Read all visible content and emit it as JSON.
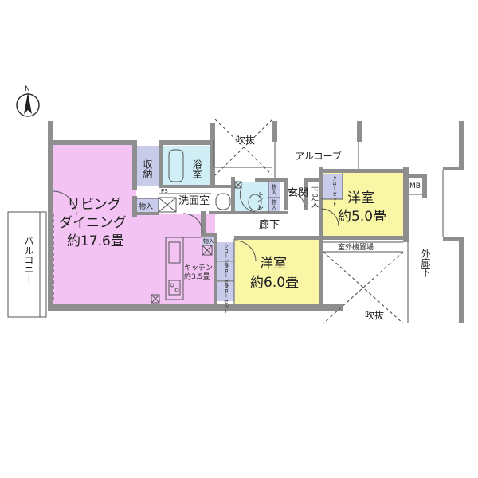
{
  "compass": {
    "letter": "N"
  },
  "rooms": {
    "living": {
      "line1": "リビング",
      "line2": "ダイニング",
      "line3": "約17.6畳",
      "color": "#f3c4f3"
    },
    "storage": {
      "label": "収納",
      "color": "#c9cbea"
    },
    "bath": {
      "label": "浴室",
      "color": "#cfeef6"
    },
    "washroom": {
      "label": "洗面室"
    },
    "toilet": {
      "label": "トイレ",
      "color": "#cfeef6"
    },
    "entrance": {
      "label": "玄関"
    },
    "geta": {
      "label": "下足入"
    },
    "hallway": {
      "label": "廊下"
    },
    "kitchen": {
      "line1": "キッチン",
      "line2": "約3.5畳"
    },
    "western1": {
      "line1": "洋室",
      "line2": "約5.0畳",
      "color": "#f9f6a6"
    },
    "western2": {
      "line1": "洋室",
      "line2": "約6.0畳",
      "color": "#f9f6a6"
    },
    "closet_color": "#c9cbea"
  },
  "labels": {
    "fukinuke_top": "吹抜",
    "fukinuke_bottom": "吹抜",
    "alcove": "アルコーブ",
    "balcony": "バルコニー",
    "outer_corridor": "外廊下",
    "ac_unit": "室外機置場",
    "mb": "MB",
    "ps": "PS",
    "closet": "クロー ゼット",
    "closet_short": "クロー ゼット",
    "monoire": "物入"
  }
}
